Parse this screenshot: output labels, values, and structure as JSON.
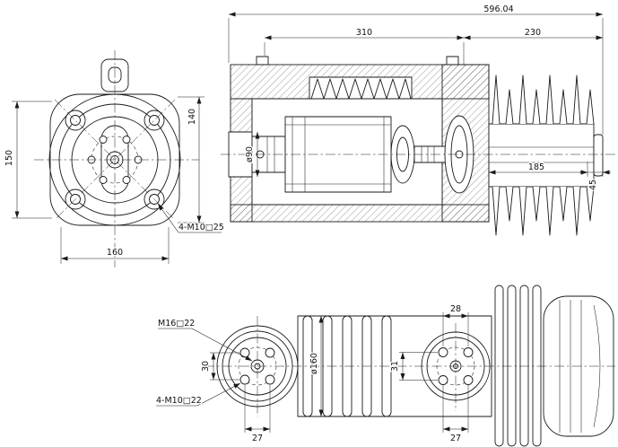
{
  "colors": {
    "background": "#ffffff",
    "line": "#1a1a1a"
  },
  "front_view": {
    "dim_left": "150",
    "dim_right": "140",
    "dim_bottom": "160",
    "holes_label": "4-M10□25"
  },
  "section_view": {
    "dim_overall": "596.04",
    "dim_left_section": "310",
    "dim_right_section": "230",
    "dim_bore": "ø90",
    "dim_conductor": "185",
    "dim_end": "45"
  },
  "side_view": {
    "thread_label": "M16□22",
    "dim_left_vertical": "30",
    "holes_label": "4-M10□22",
    "dim_left_bottom": "27",
    "dim_diameter": "ø160",
    "dim_right_top": "28",
    "dim_right_vertical": "31",
    "dim_right_bottom": "27"
  }
}
